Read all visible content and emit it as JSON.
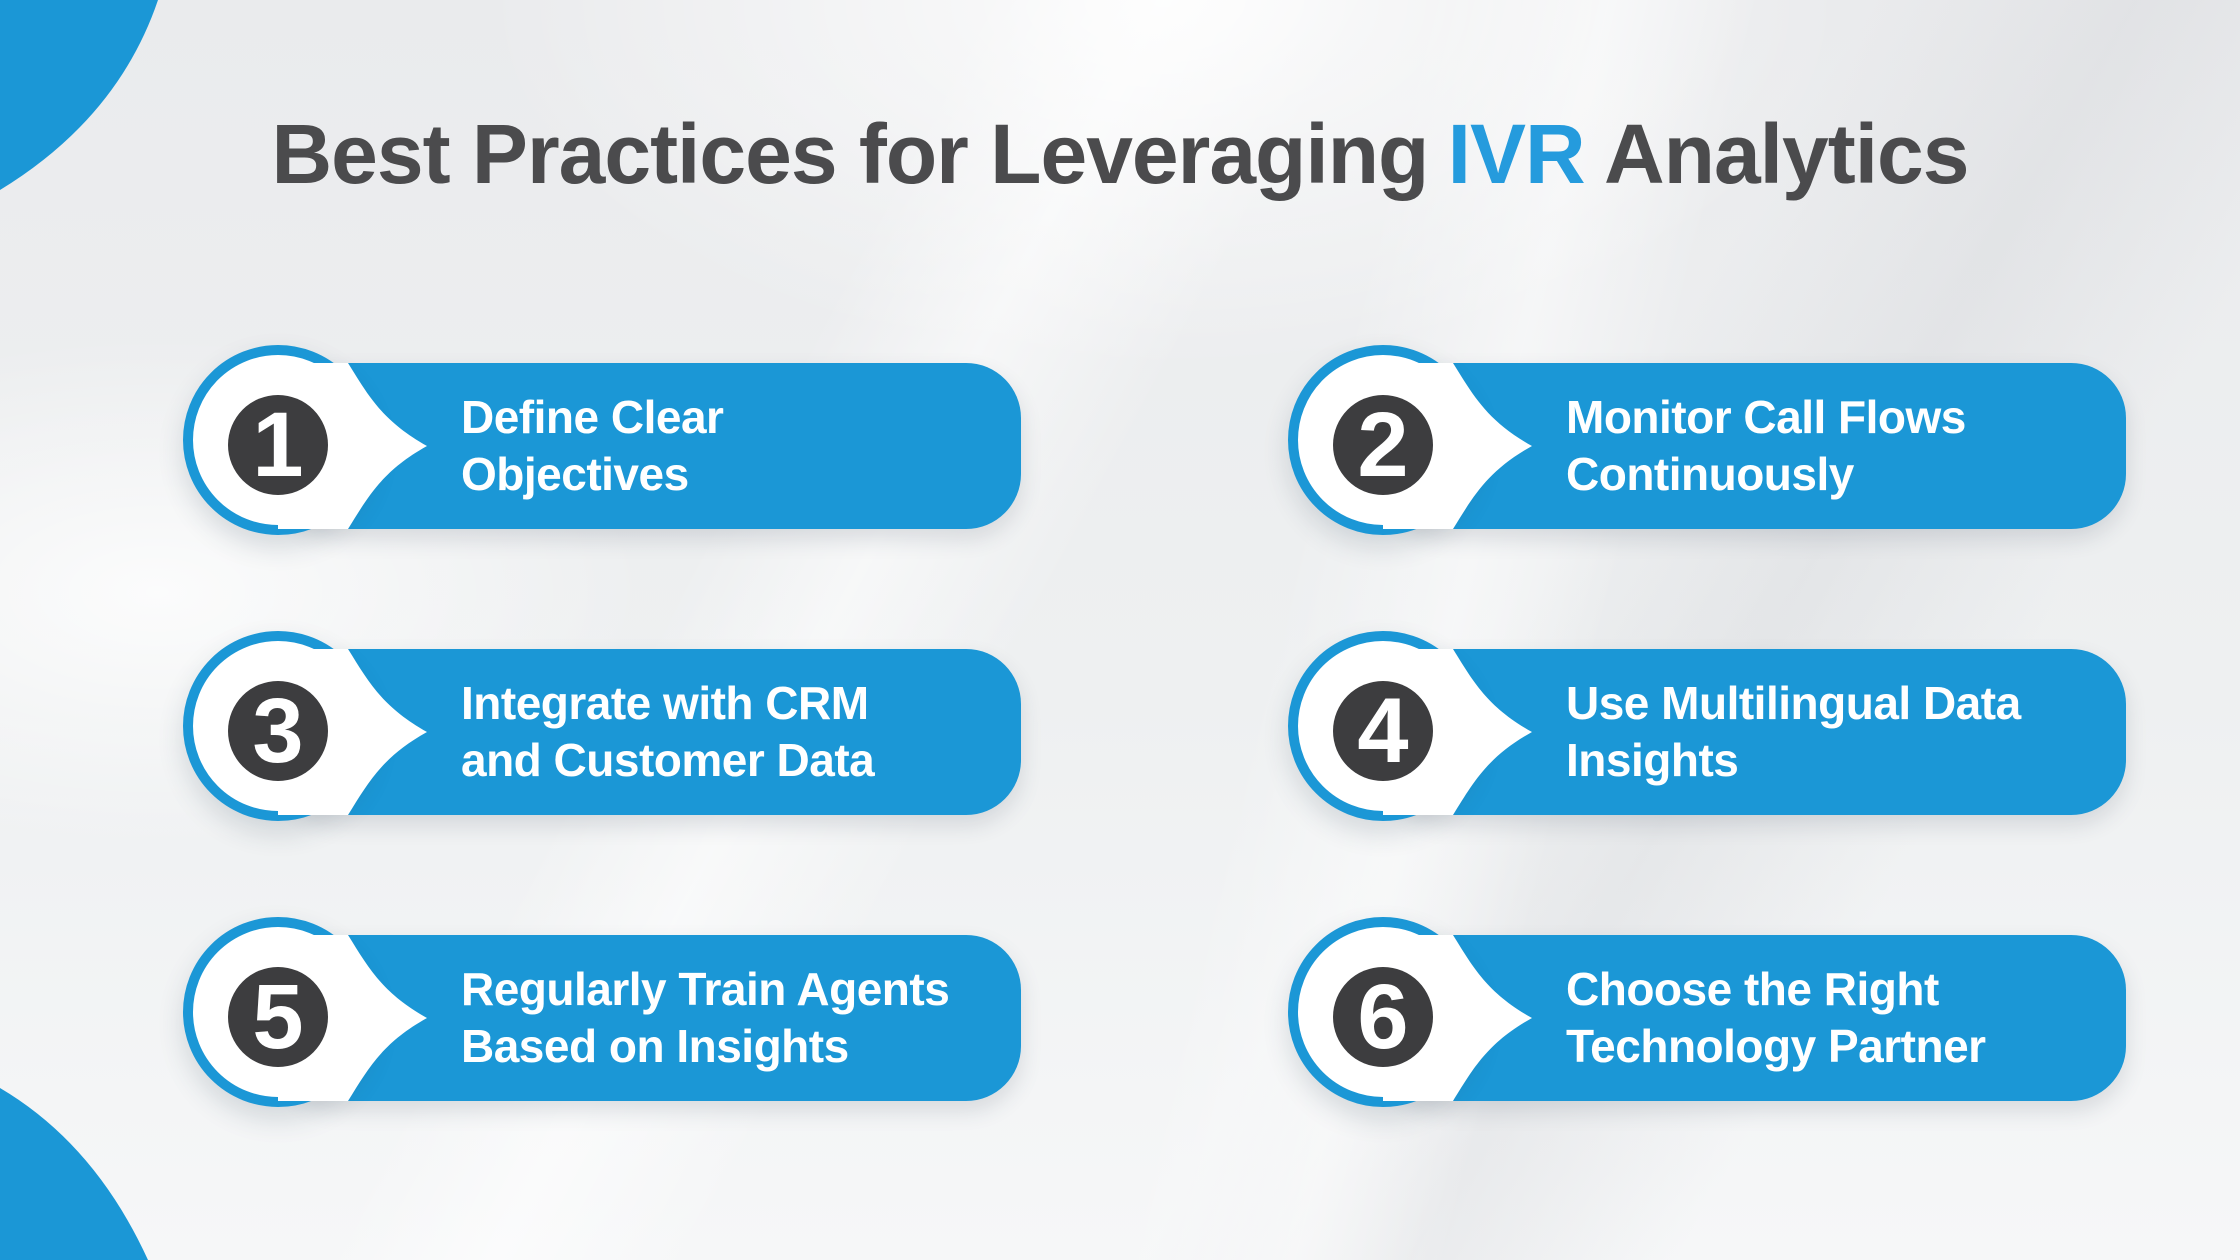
{
  "title": {
    "prefix": "Best Practices for Leveraging",
    "highlight": "IVR",
    "suffix": "Analytics"
  },
  "colors": {
    "accent_blue": "#1b97d6",
    "highlight_blue": "#259bdd",
    "badge_dark": "#3d3d3f",
    "title_gray": "#4b4b4d",
    "label_white": "#ffffff",
    "background": "#eef0f1"
  },
  "steps": [
    {
      "number": "1",
      "line1": "Define Clear",
      "line2": "Objectives"
    },
    {
      "number": "2",
      "line1": "Monitor Call Flows",
      "line2": "Continuously"
    },
    {
      "number": "3",
      "line1": "Integrate with CRM",
      "line2": "and Customer Data"
    },
    {
      "number": "4",
      "line1": "Use Multilingual Data",
      "line2": "Insights"
    },
    {
      "number": "5",
      "line1": "Regularly Train Agents",
      "line2": "Based on Insights"
    },
    {
      "number": "6",
      "line1": "Choose the Right",
      "line2": "Technology Partner"
    }
  ]
}
